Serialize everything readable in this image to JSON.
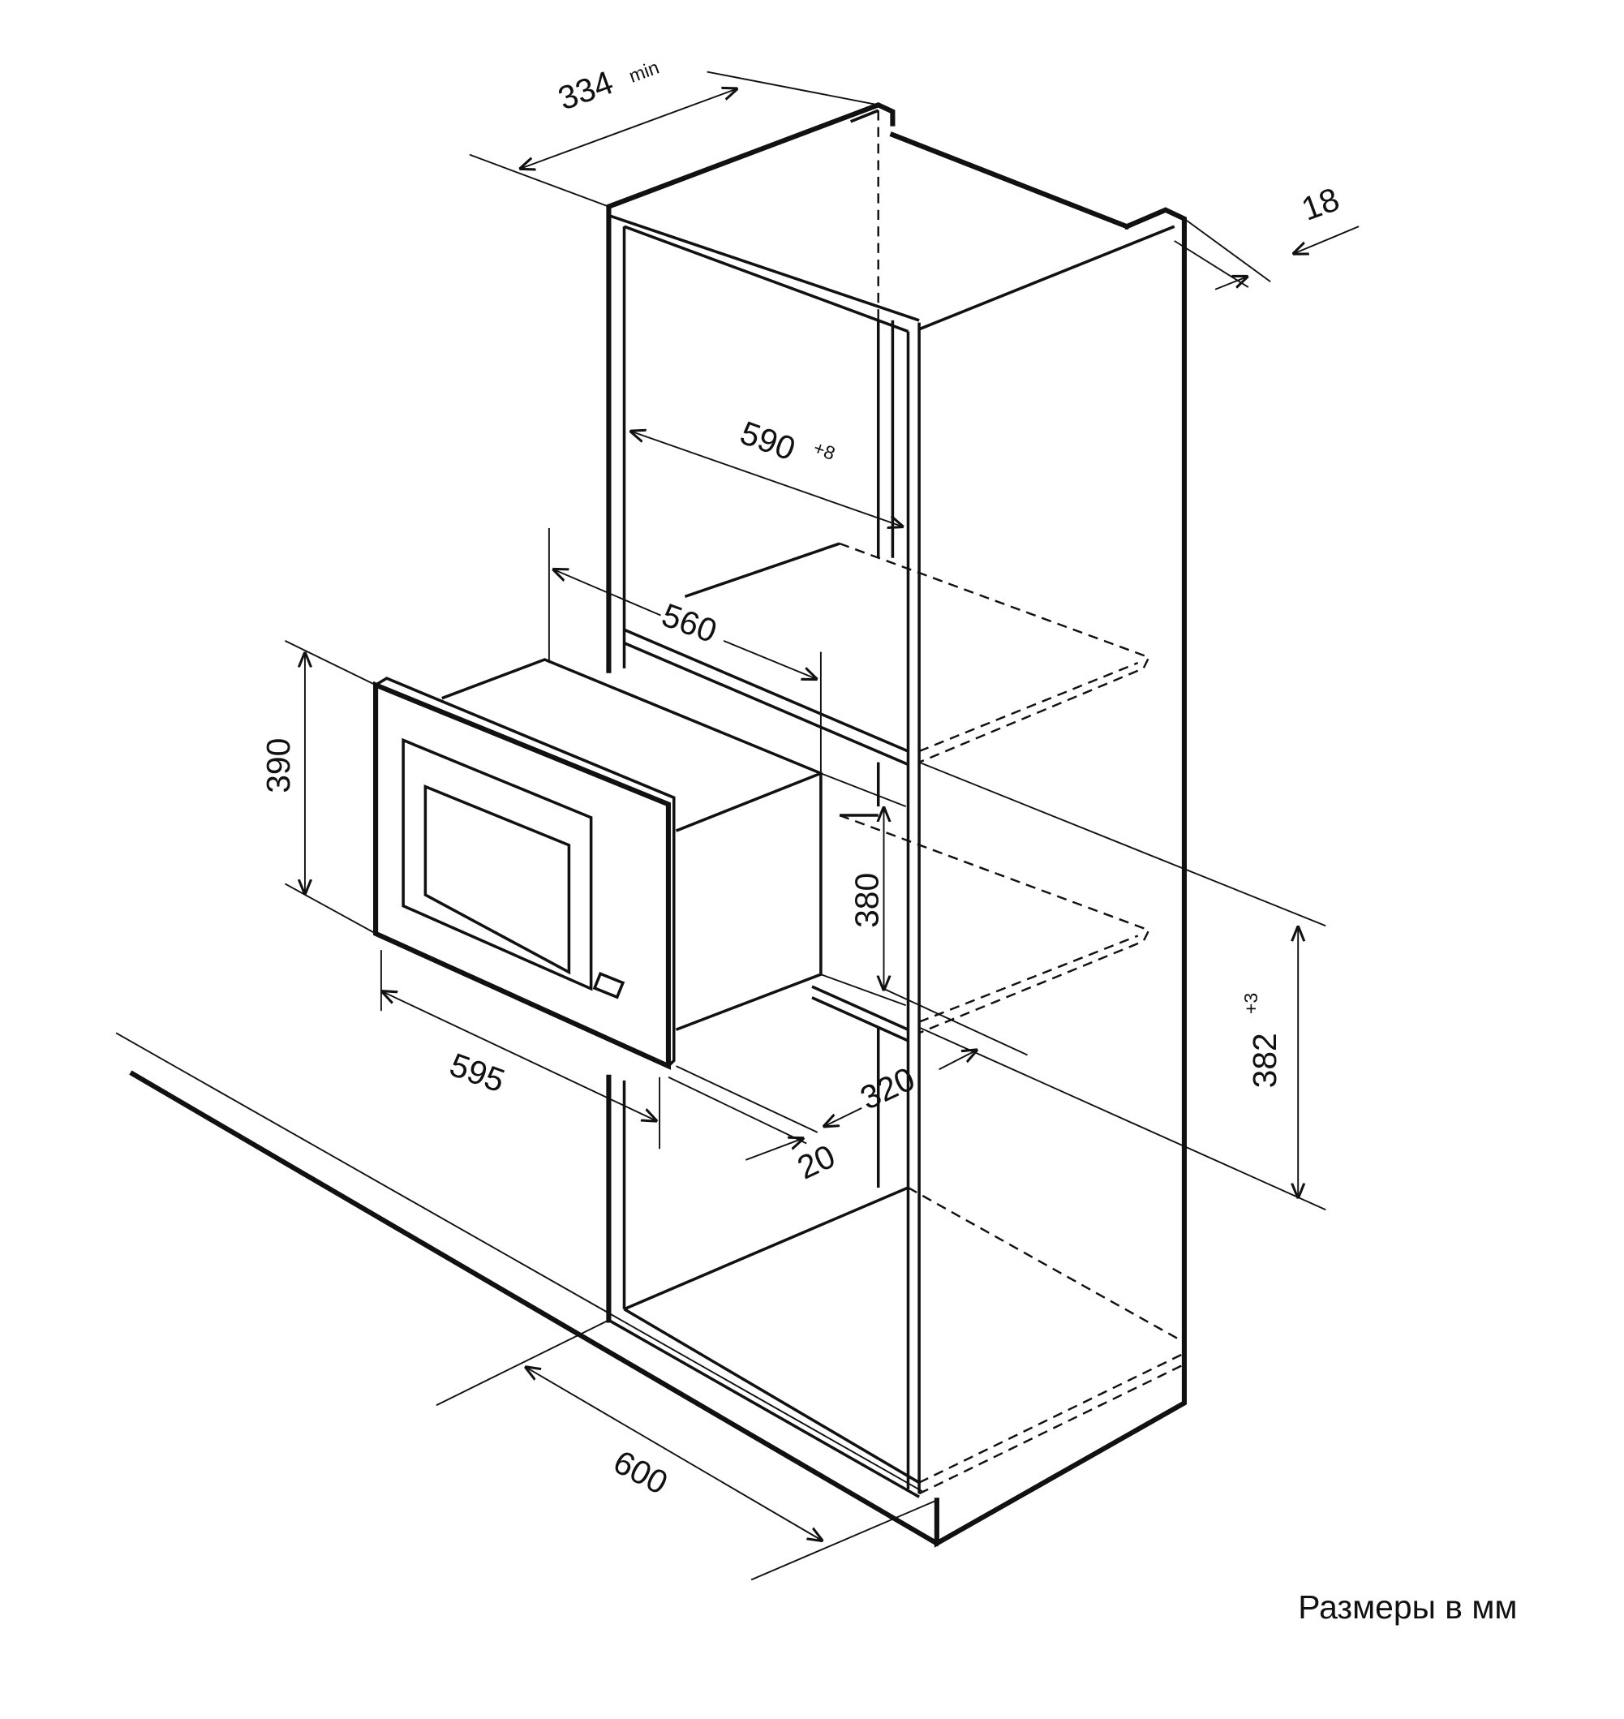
{
  "diagram": {
    "title": "Built-in microwave installation dimensions",
    "dimensions": {
      "cabinet_depth_min": {
        "value": "334",
        "suffix": "min"
      },
      "panel_thickness": {
        "value": "18"
      },
      "niche_width": {
        "value": "590",
        "suffix": "+8"
      },
      "body_width": {
        "value": "560"
      },
      "frame_height": {
        "value": "390"
      },
      "body_height": {
        "value": "380"
      },
      "niche_height": {
        "value": "382",
        "suffix": "+3"
      },
      "frame_width": {
        "value": "595"
      },
      "body_depth": {
        "value": "320"
      },
      "frame_depth": {
        "value": "20"
      },
      "cabinet_width": {
        "value": "600"
      }
    },
    "caption": "Размеры в мм"
  }
}
